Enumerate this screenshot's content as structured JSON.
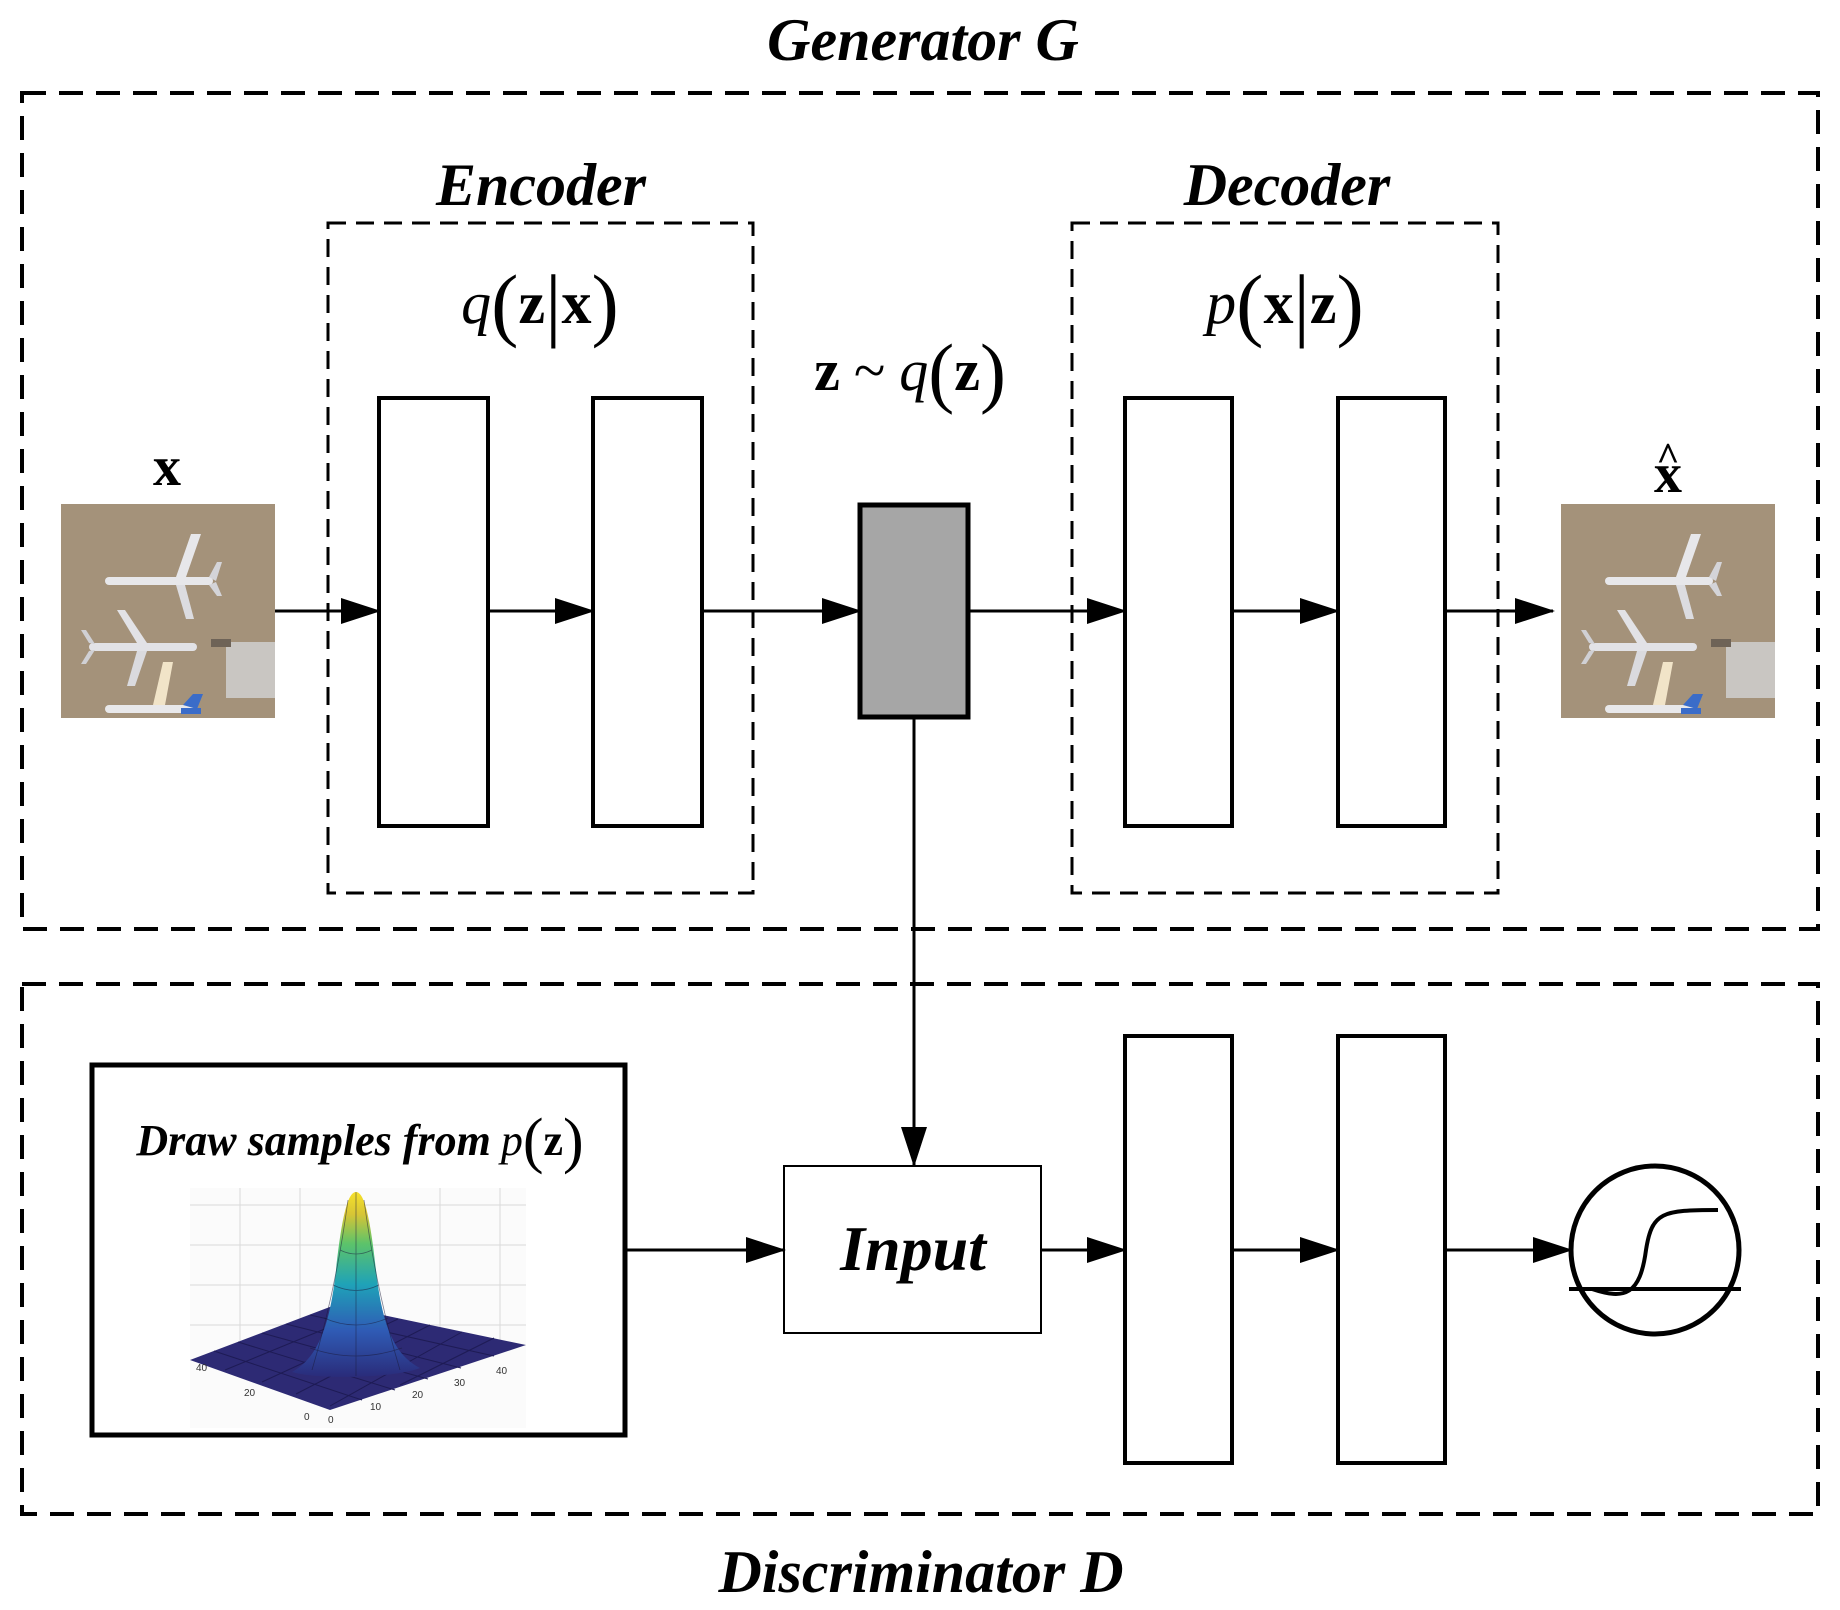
{
  "generator": {
    "title": "Generator G"
  },
  "encoder": {
    "title": "Encoder",
    "formula": {
      "fn": "q",
      "var": "z",
      "cond": "x"
    }
  },
  "decoder": {
    "title": "Decoder",
    "formula": {
      "fn": "p",
      "var": "x",
      "cond": "z"
    }
  },
  "latent": {
    "var": "z",
    "tilde": "~",
    "fn": "q",
    "arg": "z"
  },
  "input_image": {
    "label": "x"
  },
  "output_image": {
    "label": "x",
    "hat": "^"
  },
  "discriminator": {
    "title": "Discriminator D",
    "input_label": "Input"
  },
  "prior": {
    "caption": "Draw samples from",
    "fn": "p",
    "arg": "z",
    "axis_ticks_left": [
      "40",
      "20",
      "0"
    ],
    "axis_ticks_right": [
      "0",
      "10",
      "20",
      "30",
      "40"
    ]
  },
  "colors": {
    "latent_fill": "#a6a6a6",
    "stroke": "#000000",
    "tarmac": "#a4927a"
  }
}
